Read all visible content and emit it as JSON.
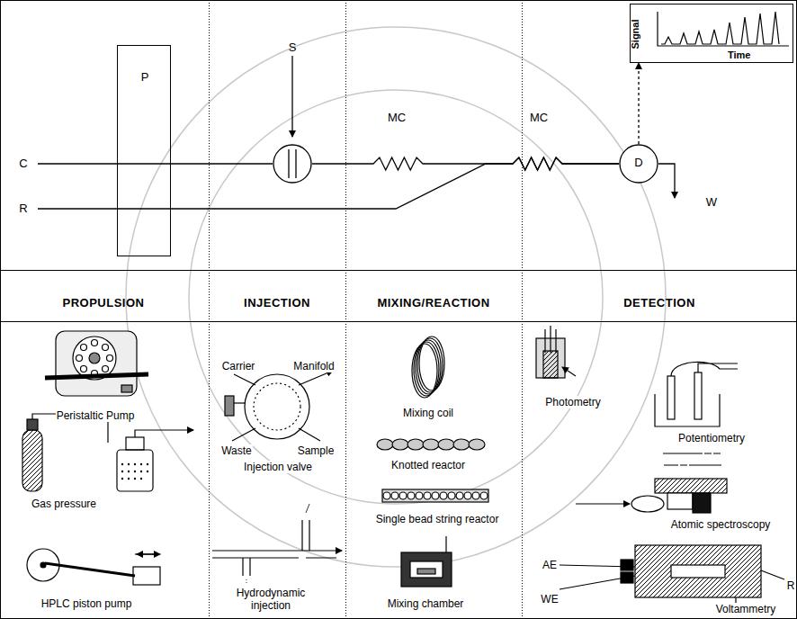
{
  "diagram": {
    "nodes": [
      {
        "text": [
          "P"
        ]
      },
      {
        "text": [
          "S"
        ]
      },
      {
        "text": [
          "D"
        ]
      },
      {
        "text": [
          "Signal",
          "Time"
        ]
      }
    ],
    "edges": [
      {
        "from": 0,
        "to": 1,
        "arrow": "none"
      },
      {
        "from": 1,
        "to": 2,
        "arrow": "none"
      },
      {
        "from": 0,
        "to": 2,
        "arrow": "none"
      },
      {
        "from": 2,
        "to": 3,
        "arrow": "to"
      }
    ],
    "labels": [
      "C",
      "R",
      "MC",
      "MC",
      "W",
      "PROPULSION",
      "INJECTION",
      "MIXING/REACTION",
      "DETECTION",
      "Peristaltic Pump",
      "Gas pressure",
      "HPLC piston pump",
      "Carrier",
      "Manifold",
      "Waste",
      "Sample",
      "Injection valve",
      "Hydrodynamic injection",
      "Mixing coil",
      "Knotted reactor",
      "Single bead string reactor",
      "Mixing chamber",
      "Photometry",
      "Potentiometry",
      "Atomic spectroscopy",
      "AE",
      "WE",
      "R",
      "Voltammetry"
    ]
  }
}
